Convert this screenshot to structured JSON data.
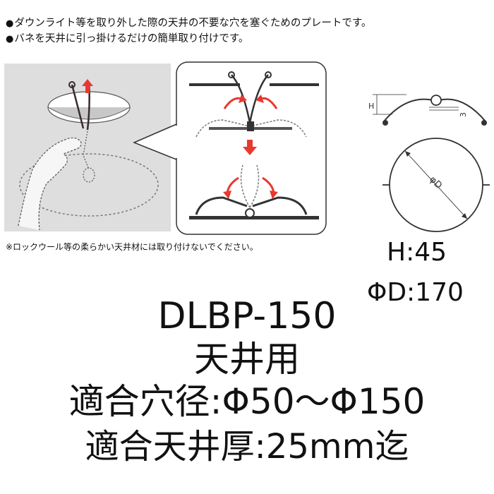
{
  "bullets": [
    "ダウンライト等を取り外した際の天井の不要な穴を塞ぐためのプレートです。",
    "バネを天井に引っ掛けるだけの簡単取り付けです。"
  ],
  "bullet_mark": "●",
  "note": "※ロックウール等の柔らかい天井材には取り付けないでください。",
  "dimension_labels": {
    "h_small": "H",
    "three": "3",
    "phi_d": "φD"
  },
  "specs": {
    "h": "H:45",
    "d": "ΦD:170"
  },
  "model": "DLBP-150",
  "usage": "天井用",
  "hole_diameter": "適合穴径:Φ50～Φ150",
  "ceiling_thickness": "適合天井厚:25mm迄",
  "colors": {
    "arrow_red": "#e8382f",
    "photo_bg": "#dedede",
    "text": "#111111"
  }
}
